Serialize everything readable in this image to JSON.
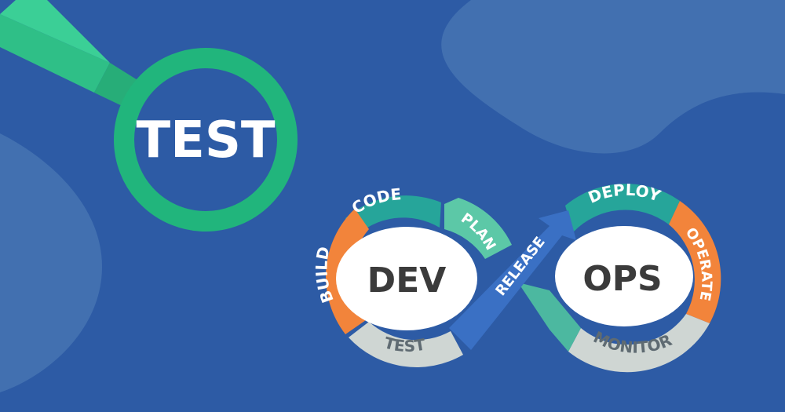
{
  "magnifier": {
    "label": "TEST",
    "icon": "magnifying-glass-icon"
  },
  "devops_loop": {
    "left_word": "DEV",
    "right_word": "OPS",
    "stages": {
      "code": "CODE",
      "plan": "PLAN",
      "build": "BUILD",
      "test": "TEST",
      "release": "RELEASE",
      "deploy": "DEPLOY",
      "operate": "OPERATE",
      "monitor": "MONITOR"
    }
  },
  "colors": {
    "background": "#2d5ba5",
    "background_blob": "#4270b0",
    "magnifier_green": "#21b57c",
    "handle_green": "#35c48d",
    "teal": "#26a59a",
    "teal_light": "#5cc8a7",
    "orange": "#f2843b",
    "grey": "#cfd6d3",
    "release_blue": "#3a70c4"
  }
}
